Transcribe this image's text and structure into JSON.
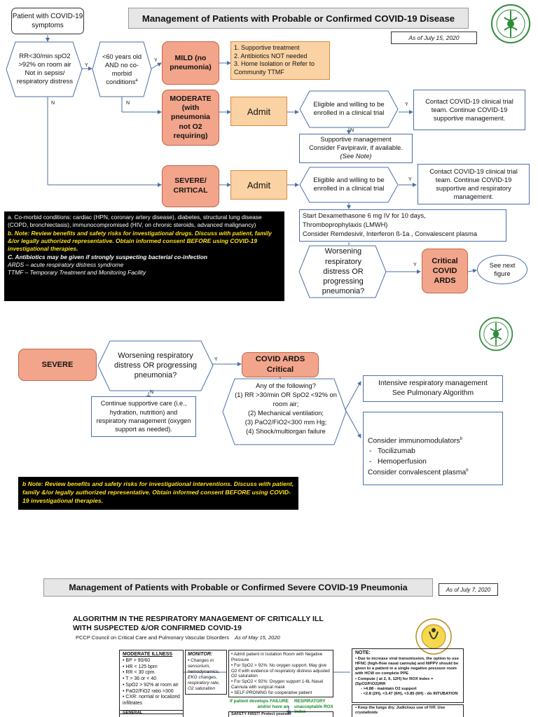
{
  "header": {
    "title": "Management of Patients with Probable or Confirmed COVID-19 Disease",
    "date": "As of July 15, 2020"
  },
  "flow1": {
    "start": "Patient with COVID-19 symptoms",
    "criteria": "RR<30/min spO2 >92% on room air Not in sepsis/ respiratory distress",
    "age_check": "<60 years old AND no co-morbid conditions",
    "age_check_sup": "a",
    "mild": "MILD (no pneumonia)",
    "mild_steps": [
      "1. Supportive treatment",
      "2. Antibiotics NOT needed",
      "3. Home Isolation or Refer to Community TTMF"
    ],
    "moderate": "MODERATE (with pneumonia not O2 requiring)",
    "severe": "SEVERE/ CRITICAL",
    "admit": "Admit",
    "trial": "Eligible and willing to be enrolled in a clinical trial",
    "contact_mod": "Contact COVID-19 clinical trial team. Continue COVID-19 supportive management.",
    "contact_sev": "Contact COVID-19 clinical trial team. Continue COVID-19 supportive and respiratory management.",
    "supportive_1": "Supportive management",
    "supportive_2": "Consider Favipiravir, if available.",
    "supportive_3": "(See Note)",
    "dexa_1": "Start Dexamethasone 6 mg IV for 10 days,",
    "dexa_2": "Thromboprophylaxis (LMWH)",
    "dexa_3": "Consider Remdesivir, Interferon ß-1a , Convalescent plasma",
    "worsening": "Worsening respiratory distress OR progressing pneumonia?",
    "critical": "Critical COVID ARDS",
    "see_next": "See next figure",
    "y": "Y",
    "n": "N"
  },
  "notes1": {
    "a": "a. Co-morbid conditions:  cardiac (HPN, coronary artery disease), diabetes, structural lung disease (COPD, bronchiectasis), immunocompromised (HIV, on chronic steroids, advanced malignancy)",
    "b": "b. Note:  Review benefits and safety risks for investigational drugs.  Discuss with patient, family &/or legally authorized representative.  Obtain informed consent BEFORE using COVID-19 investigational therapies.",
    "c": "C. Antibiotics may be given if strongly suspecting bacterial co-infection",
    "ards": "ARDS – acute respiratory distress syndrome",
    "ttmf": "TTMF – Temporary Treatment and Monitoring Facility"
  },
  "flow2": {
    "severe": "SEVERE",
    "worsening": "Worsening respiratory distress OR progressing pneumonia?",
    "covid_ards": "COVID ARDS Critical",
    "any_title": "Any of the following?",
    "any_items": [
      "(1)    RR >30/min OR SpO2 <92% on room air;",
      "(2)    Mechanical ventilation;",
      "(3)    PaO2/FiO2<300 mm Hg;",
      "(4)    Shock/multiorgan failure"
    ],
    "continue": "Continue supportive care (i.e., hydration, nutrition) and respiratory management (oxygen support as needed).",
    "intensive_1": "Intensive respiratory management",
    "intensive_2": "See Pulmonary Algorithm",
    "immuno_1": "Consider immunomodulators",
    "immuno_2": "Tocilizumab",
    "immuno_3": "Hemoperfusion",
    "immuno_4": "Consider convalescent plasma",
    "note": "b Note:  Review benefits and safety risks for investigational interventions.  Discuss with patient, family &/or legally authorized representative.  Obtain informed consent BEFORE using COVID-19 investigational therapies."
  },
  "section3": {
    "title": "Management of Patients with Probable or Confirmed Severe COVID-19 Pneumonia",
    "date": "As of July 7, 2020",
    "algo_title_1": "ALGORITHM IN THE RESPIRATORY MANAGEMENT OF CRITICALLY ILL",
    "algo_title_2": "WITH SUSPECTED &/OR CONFIRMED COVID-19",
    "council": "PCCP Council on Critical Care and Pulmonary Vascular Disorders",
    "council_date": "As of May 15, 2020",
    "moderate_title": "MODERATE ILLNESS",
    "moderate_items": [
      "BP > 90/60",
      "HR < 125 bpm",
      "RR < 30 cpm",
      "T > 36 or < 40",
      "SpO2 > 92% at room air",
      "PaO2/FiO2 ratio >300",
      "CXR: normal or localized infiltrates"
    ],
    "monitor_title": "MONITOR:",
    "monitor_items": [
      "Changes in sensorium, hemodynamics, EKG changes, respiratory rate, O2 saturation"
    ],
    "admit_items": [
      "Admit patient in Isolation Room with Negative Pressure",
      "For SpO2 > 92%: No oxygen support. May give O2 if with evidence of respiratory distress adjusted O2 saturation",
      "For SpO2 < 92%: Oxygen support 1-6L Nasal Cannula with surgical mask",
      "SELF-PRONING for cooperative patient"
    ],
    "if_failure": "If patient develops FAILURE and/or have an",
    "resp_unacc": "RESPIRATORY unacceptable ROX Index",
    "note_title": "NOTE:",
    "note_items": [
      "Due to increase viral transmission, the option to use HFNC (high-flow nasal cannula) and NIPPV should be given to a patient in a single negative pressure room with HCW on complete PPE",
      "Compute ( at 2, 6, 12H) for ROX Index = (SpO2/FiO2)/RR",
      ">4.88 - maintain O2 support",
      "<2.8 (2H), <3.47 (6H), <3.85 (6H) - do INTUBATION"
    ],
    "keep_lungs": "Keep the lungs dry. Judicious use of IVF. Use crystalloids",
    "general": "GENERAL",
    "safety": "SAFETY FIRST! Protect yourself"
  }
}
